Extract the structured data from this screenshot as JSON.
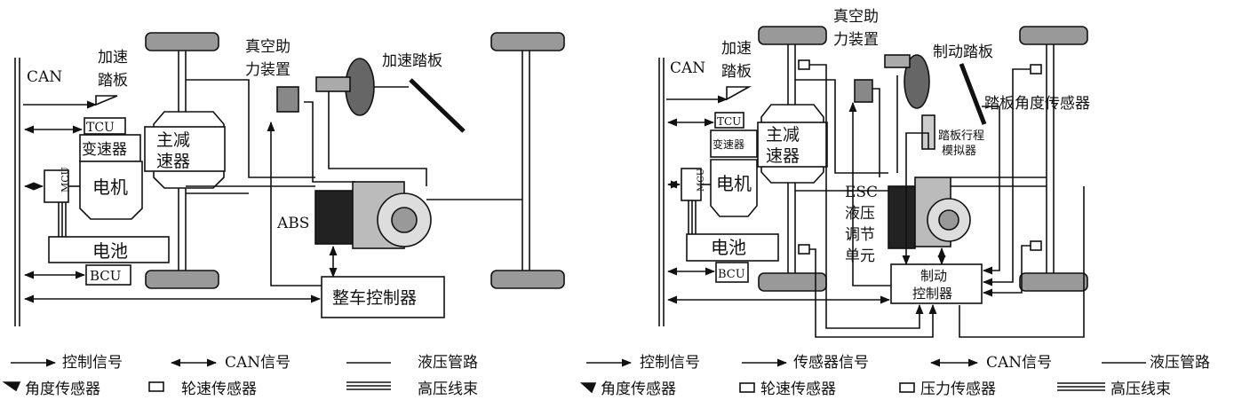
{
  "left": {
    "can": "CAN",
    "accel_pedal_lbl_1": "加速",
    "accel_pedal_lbl_2": "踏板",
    "vacuum_booster_1": "真空助",
    "vacuum_booster_2": "力装置",
    "accel_pedal_top": "加速踏板",
    "tcu": "TCU",
    "transmission": "变速器",
    "motor": "电机",
    "mcu": "MCU",
    "final_drive_1": "主减",
    "final_drive_2": "速器",
    "abs": "ABS",
    "battery": "电池",
    "bcu": "BCU",
    "vcu": "整车控制器"
  },
  "right": {
    "can": "CAN",
    "accel_pedal_lbl_1": "加速",
    "accel_pedal_lbl_2": "踏板",
    "vacuum_booster_1": "真空助",
    "vacuum_booster_2": "力装置",
    "brake_pedal": "制动踏板",
    "pedal_angle_sensor": "踏板角度传感器",
    "pedal_sim_1": "踏板行程",
    "pedal_sim_2": "模拟器",
    "tcu": "TCU",
    "transmission": "变速器",
    "motor": "电机",
    "mcu": "MCU",
    "final_drive_1": "主减",
    "final_drive_2": "速器",
    "esc_1": "ESC",
    "esc_2": "液压",
    "esc_3": "调节",
    "esc_4": "单元",
    "battery": "电池",
    "bcu": "BCU",
    "brake_ctrl_1": "制动",
    "brake_ctrl_2": "控制器"
  },
  "legend_left": {
    "control_signal": "控制信号",
    "can_signal": "CAN信号",
    "hydraulic": "液压管路",
    "angle_sensor": "角度传感器",
    "wheel_speed": "轮速传感器",
    "hv_harness": "高压线束"
  },
  "legend_right": {
    "control_signal": "控制信号",
    "sensor_signal": "传感器信号",
    "can_signal": "CAN信号",
    "hydraulic": "液压管路",
    "angle_sensor": "角度传感器",
    "wheel_speed": "轮速传感器",
    "pressure_sensor": "压力传感器",
    "hv_harness": "高压线束"
  }
}
